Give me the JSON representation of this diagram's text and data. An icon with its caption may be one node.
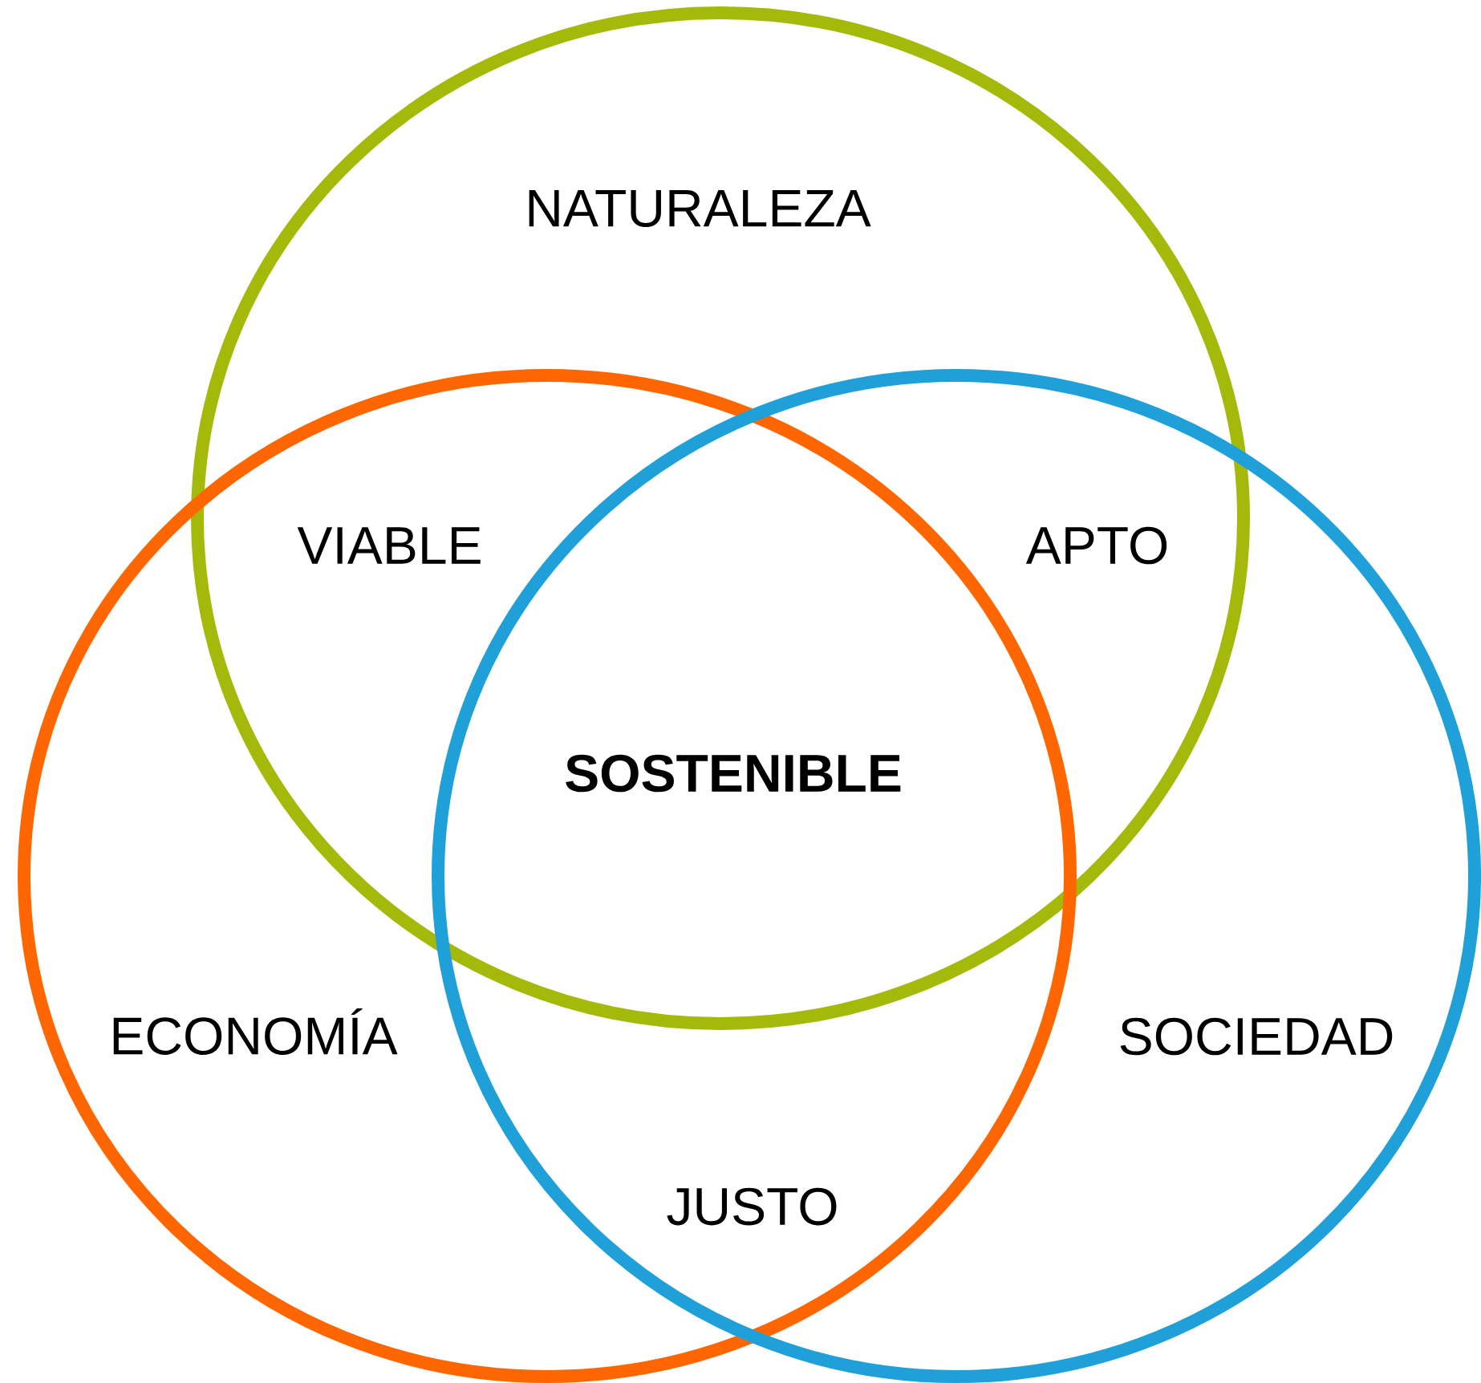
{
  "diagram": {
    "nodes": [
      {
        "text": [
          "NATURALEZA"
        ]
      },
      {
        "text": [
          "ECONOMÍA"
        ]
      },
      {
        "text": [
          "SOCIEDAD"
        ]
      }
    ],
    "labels": [
      "VIABLE",
      "APTO",
      "SOSTENIBLE",
      "JUSTO"
    ]
  }
}
